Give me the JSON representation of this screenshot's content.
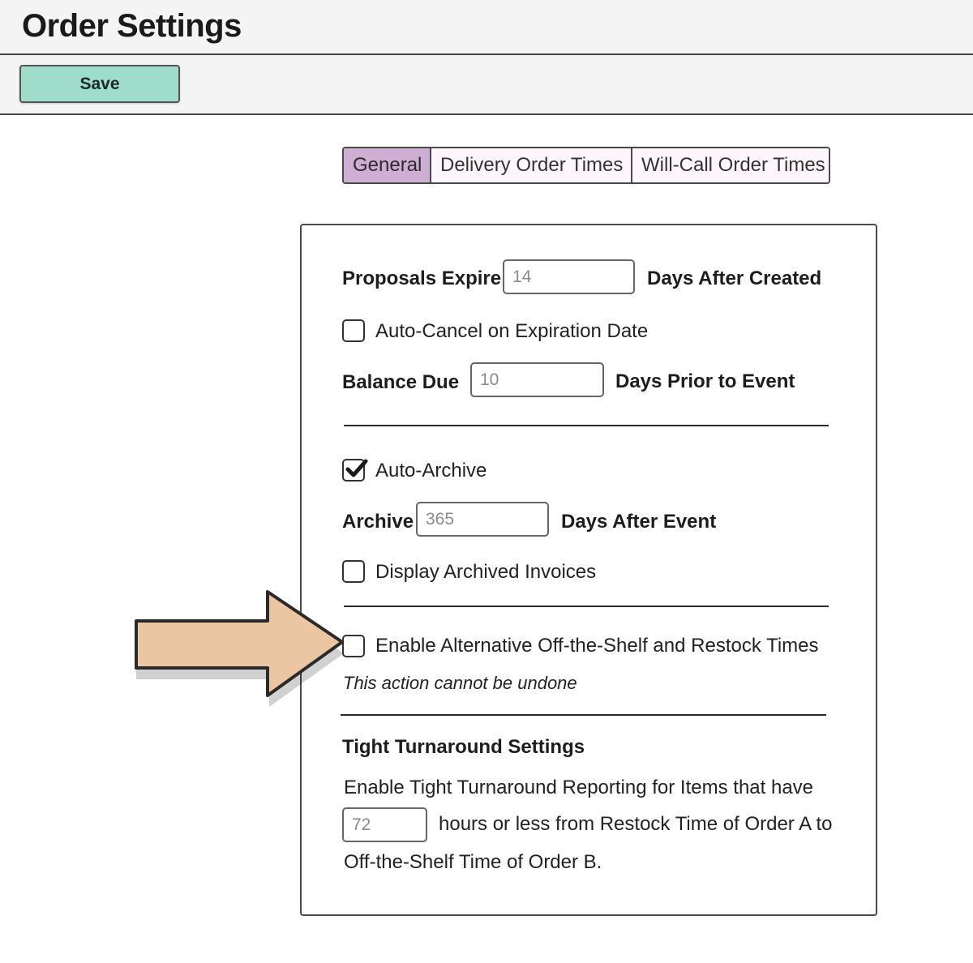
{
  "header": {
    "title": "Order Settings"
  },
  "toolbar": {
    "save_label": "Save"
  },
  "tabs": [
    {
      "label": "General",
      "active": true
    },
    {
      "label": "Delivery Order Times",
      "active": false
    },
    {
      "label": "Will-Call Order Times",
      "active": false
    }
  ],
  "general": {
    "proposals_expire": {
      "label": "Proposals Expire",
      "value": "14",
      "suffix": "Days After Created"
    },
    "auto_cancel": {
      "label": "Auto-Cancel on Expiration Date",
      "checked": false
    },
    "balance_due": {
      "label": "Balance Due",
      "value": "10",
      "suffix": "Days Prior to Event"
    },
    "auto_archive": {
      "label": "Auto-Archive",
      "checked": true
    },
    "archive": {
      "label": "Archive",
      "value": "365",
      "suffix": "Days After Event"
    },
    "display_archived": {
      "label": "Display Archived Invoices",
      "checked": false
    },
    "alt_times": {
      "label": "Enable Alternative Off-the-Shelf and Restock Times",
      "checked": false,
      "note": "This action cannot be undone"
    },
    "tight_turnaround": {
      "heading": "Tight Turnaround Settings",
      "line1": "Enable Tight Turnaround Reporting for Items that have",
      "value": "72",
      "line2": "hours or less from Restock Time of Order A to",
      "line3": "Off-the-Shelf Time of Order B."
    }
  },
  "colors": {
    "save_button": "#9fdcca",
    "active_tab": "#cfaed3",
    "inactive_tab": "#fdf6fd",
    "callout_arrow": "#ebc6a3"
  },
  "icons": {
    "callout": "arrow-right-icon",
    "check": "checkmark-icon"
  }
}
